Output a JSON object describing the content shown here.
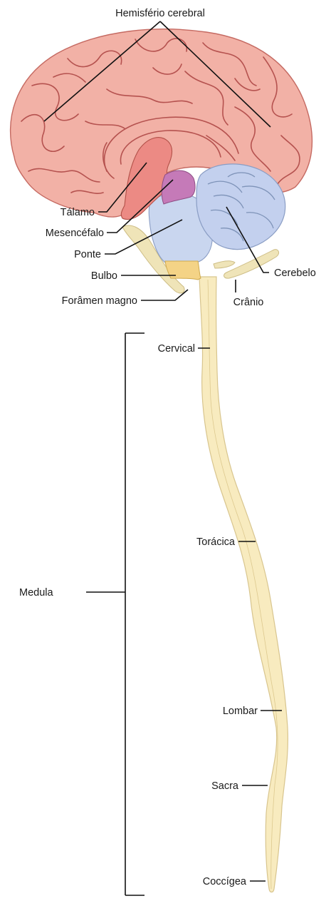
{
  "labels": {
    "hemisferio": "Hemisfério cerebral",
    "talamo": "Tálamo",
    "mesencefalo": "Mesencéfalo",
    "ponte": "Ponte",
    "bulbo": "Bulbo",
    "foramen": "Forâmen magno",
    "cerebelo": "Cerebelo",
    "cranio": "Crânio",
    "cervical": "Cervical",
    "medula": "Medula",
    "toracica": "Torácica",
    "lombar": "Lombar",
    "sacra": "Sacra",
    "coccigea": "Coccígea"
  },
  "colors": {
    "cerebrum": "#f2b1a6",
    "thalamus": "#ec8a84",
    "midbrain": "#c57ab8",
    "brainstem": "#c9d6ef",
    "cerebellum": "#c3d0ee",
    "medulla_oblongata": "#f4d386",
    "spinal_cord": "#f8ebbf",
    "bone": "#efe4b8"
  }
}
